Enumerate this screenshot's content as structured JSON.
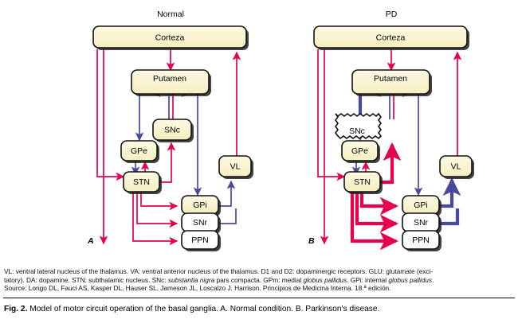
{
  "figure": {
    "panels": [
      {
        "id": "A",
        "title": "Normal",
        "corner_label": "A",
        "nodes": [
          {
            "key": "corteza",
            "label": "Corteza"
          },
          {
            "key": "putamen",
            "label": "Putamen"
          },
          {
            "key": "snc",
            "label": "SNc"
          },
          {
            "key": "gpe",
            "label": "GPe"
          },
          {
            "key": "stn",
            "label": "STN"
          },
          {
            "key": "vl",
            "label": "VL"
          },
          {
            "key": "gpi",
            "label": "GPi"
          },
          {
            "key": "snr",
            "label": "SNr"
          },
          {
            "key": "ppn",
            "label": "PPN"
          }
        ]
      },
      {
        "id": "B",
        "title": "PD",
        "corner_label": "B",
        "nodes": [
          {
            "key": "corteza",
            "label": "Corteza"
          },
          {
            "key": "putamen",
            "label": "Putamen"
          },
          {
            "key": "snc",
            "label": "SNc"
          },
          {
            "key": "gpe",
            "label": "GPe"
          },
          {
            "key": "stn",
            "label": "STN"
          },
          {
            "key": "vl",
            "label": "VL"
          },
          {
            "key": "gpi",
            "label": "GPi"
          },
          {
            "key": "snr",
            "label": "SNr"
          },
          {
            "key": "ppn",
            "label": "PPN"
          }
        ]
      }
    ],
    "colors": {
      "excitatory_red": "#e6004f",
      "inhibitory_blue": "#4a4a9c",
      "box_fill_yellow": "#faf4cd",
      "box_fill_white": "#ffffff",
      "box_stroke": "#000000"
    }
  },
  "legend": {
    "line1_a": "VL: ventral lateral nucleus of the thalamus. VA: ventral anterior nucleus of the thalamus. D1 and D2: dopaminergic receptors. GLU: glutamate (exci-",
    "line2_a": "tatory). DA: dopamine. STN: subthalamic nucleus. SNc: ",
    "line2_it1": "substantia nigra",
    "line2_b": " pars compacta. GPm: medial ",
    "line2_it2": "globus pallidus",
    "line2_c": ". GPi: internal ",
    "line2_it3": "globus pallidus",
    "line2_d": ".",
    "line3_a": "Source: Longo DL, Fauci AS, Kasper DL, Hauser SL, Jameson JL, Loscalzo J. Harrison. Principios de Medicina Interna. 18.ª edición."
  },
  "caption": {
    "figure_number": "Fig. 2.",
    "text": "Model of motor circuit operation of the basal ganglia. A. Normal condition. B. Parkinson's disease."
  }
}
